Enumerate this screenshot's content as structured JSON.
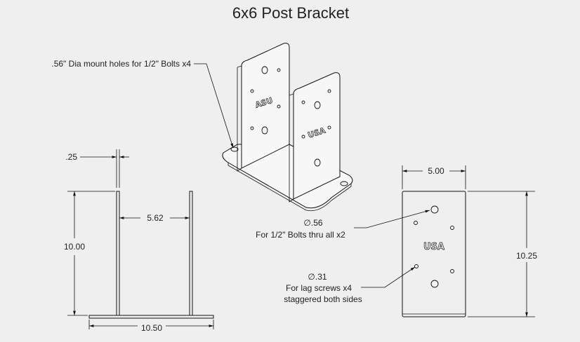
{
  "title": "6x6 Post Bracket",
  "annotations": {
    "mount_holes": ".56\" Dia mount holes for 1/2\" Bolts x4",
    "bolt_dia": "∅.56",
    "bolt_note": "For 1/2\" Bolts thru all x2",
    "lag_dia": "∅.31",
    "lag_note_1": "For lag screws x4",
    "lag_note_2": "staggered both sides"
  },
  "front_view": {
    "thickness": ".25",
    "height": "10.00",
    "gap": "5.62",
    "base_length": "10.50"
  },
  "side_view": {
    "width": "5.00",
    "height": "10.25",
    "emboss": "USA"
  },
  "iso_view": {
    "emboss_left": "ASU",
    "emboss_right": "USA"
  },
  "colors": {
    "background": "#efefef",
    "line": "#111111"
  }
}
